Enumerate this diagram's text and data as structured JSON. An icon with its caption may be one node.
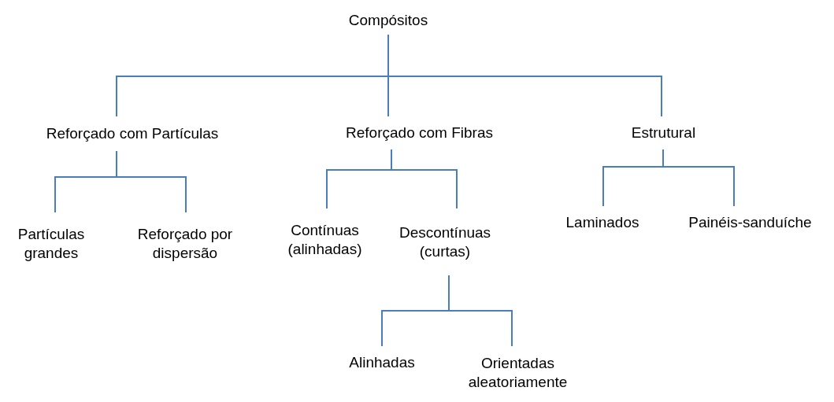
{
  "diagram": {
    "nodes": [
      {
        "text": [
          "Compósitos"
        ]
      },
      {
        "text": [
          "Reforçado com Partículas"
        ]
      },
      {
        "text": [
          "Reforçado com Fibras"
        ]
      },
      {
        "text": [
          "Estrutural"
        ]
      },
      {
        "text": [
          "Partículas grandes"
        ]
      },
      {
        "text": [
          "Reforçado por dispersão"
        ]
      },
      {
        "text": [
          "Contínuas (alinhadas)"
        ]
      },
      {
        "text": [
          "Descontínuas (curtas)"
        ]
      },
      {
        "text": [
          "Laminados"
        ]
      },
      {
        "text": [
          "Painéis-sanduíche"
        ]
      },
      {
        "text": [
          "Alinhadas"
        ]
      },
      {
        "text": [
          "Orientadas aleatoriamente"
        ]
      }
    ],
    "edges": [
      {
        "from": 0,
        "to": 1,
        "arrow": "none"
      },
      {
        "from": 0,
        "to": 2,
        "arrow": "none"
      },
      {
        "from": 0,
        "to": 3,
        "arrow": "none"
      },
      {
        "from": 1,
        "to": 4,
        "arrow": "none"
      },
      {
        "from": 1,
        "to": 5,
        "arrow": "none"
      },
      {
        "from": 2,
        "to": 6,
        "arrow": "none"
      },
      {
        "from": 2,
        "to": 7,
        "arrow": "none"
      },
      {
        "from": 3,
        "to": 8,
        "arrow": "none"
      },
      {
        "from": 3,
        "to": 9,
        "arrow": "none"
      },
      {
        "from": 7,
        "to": 10,
        "arrow": "none"
      },
      {
        "from": 7,
        "to": 11,
        "arrow": "none"
      }
    ]
  }
}
